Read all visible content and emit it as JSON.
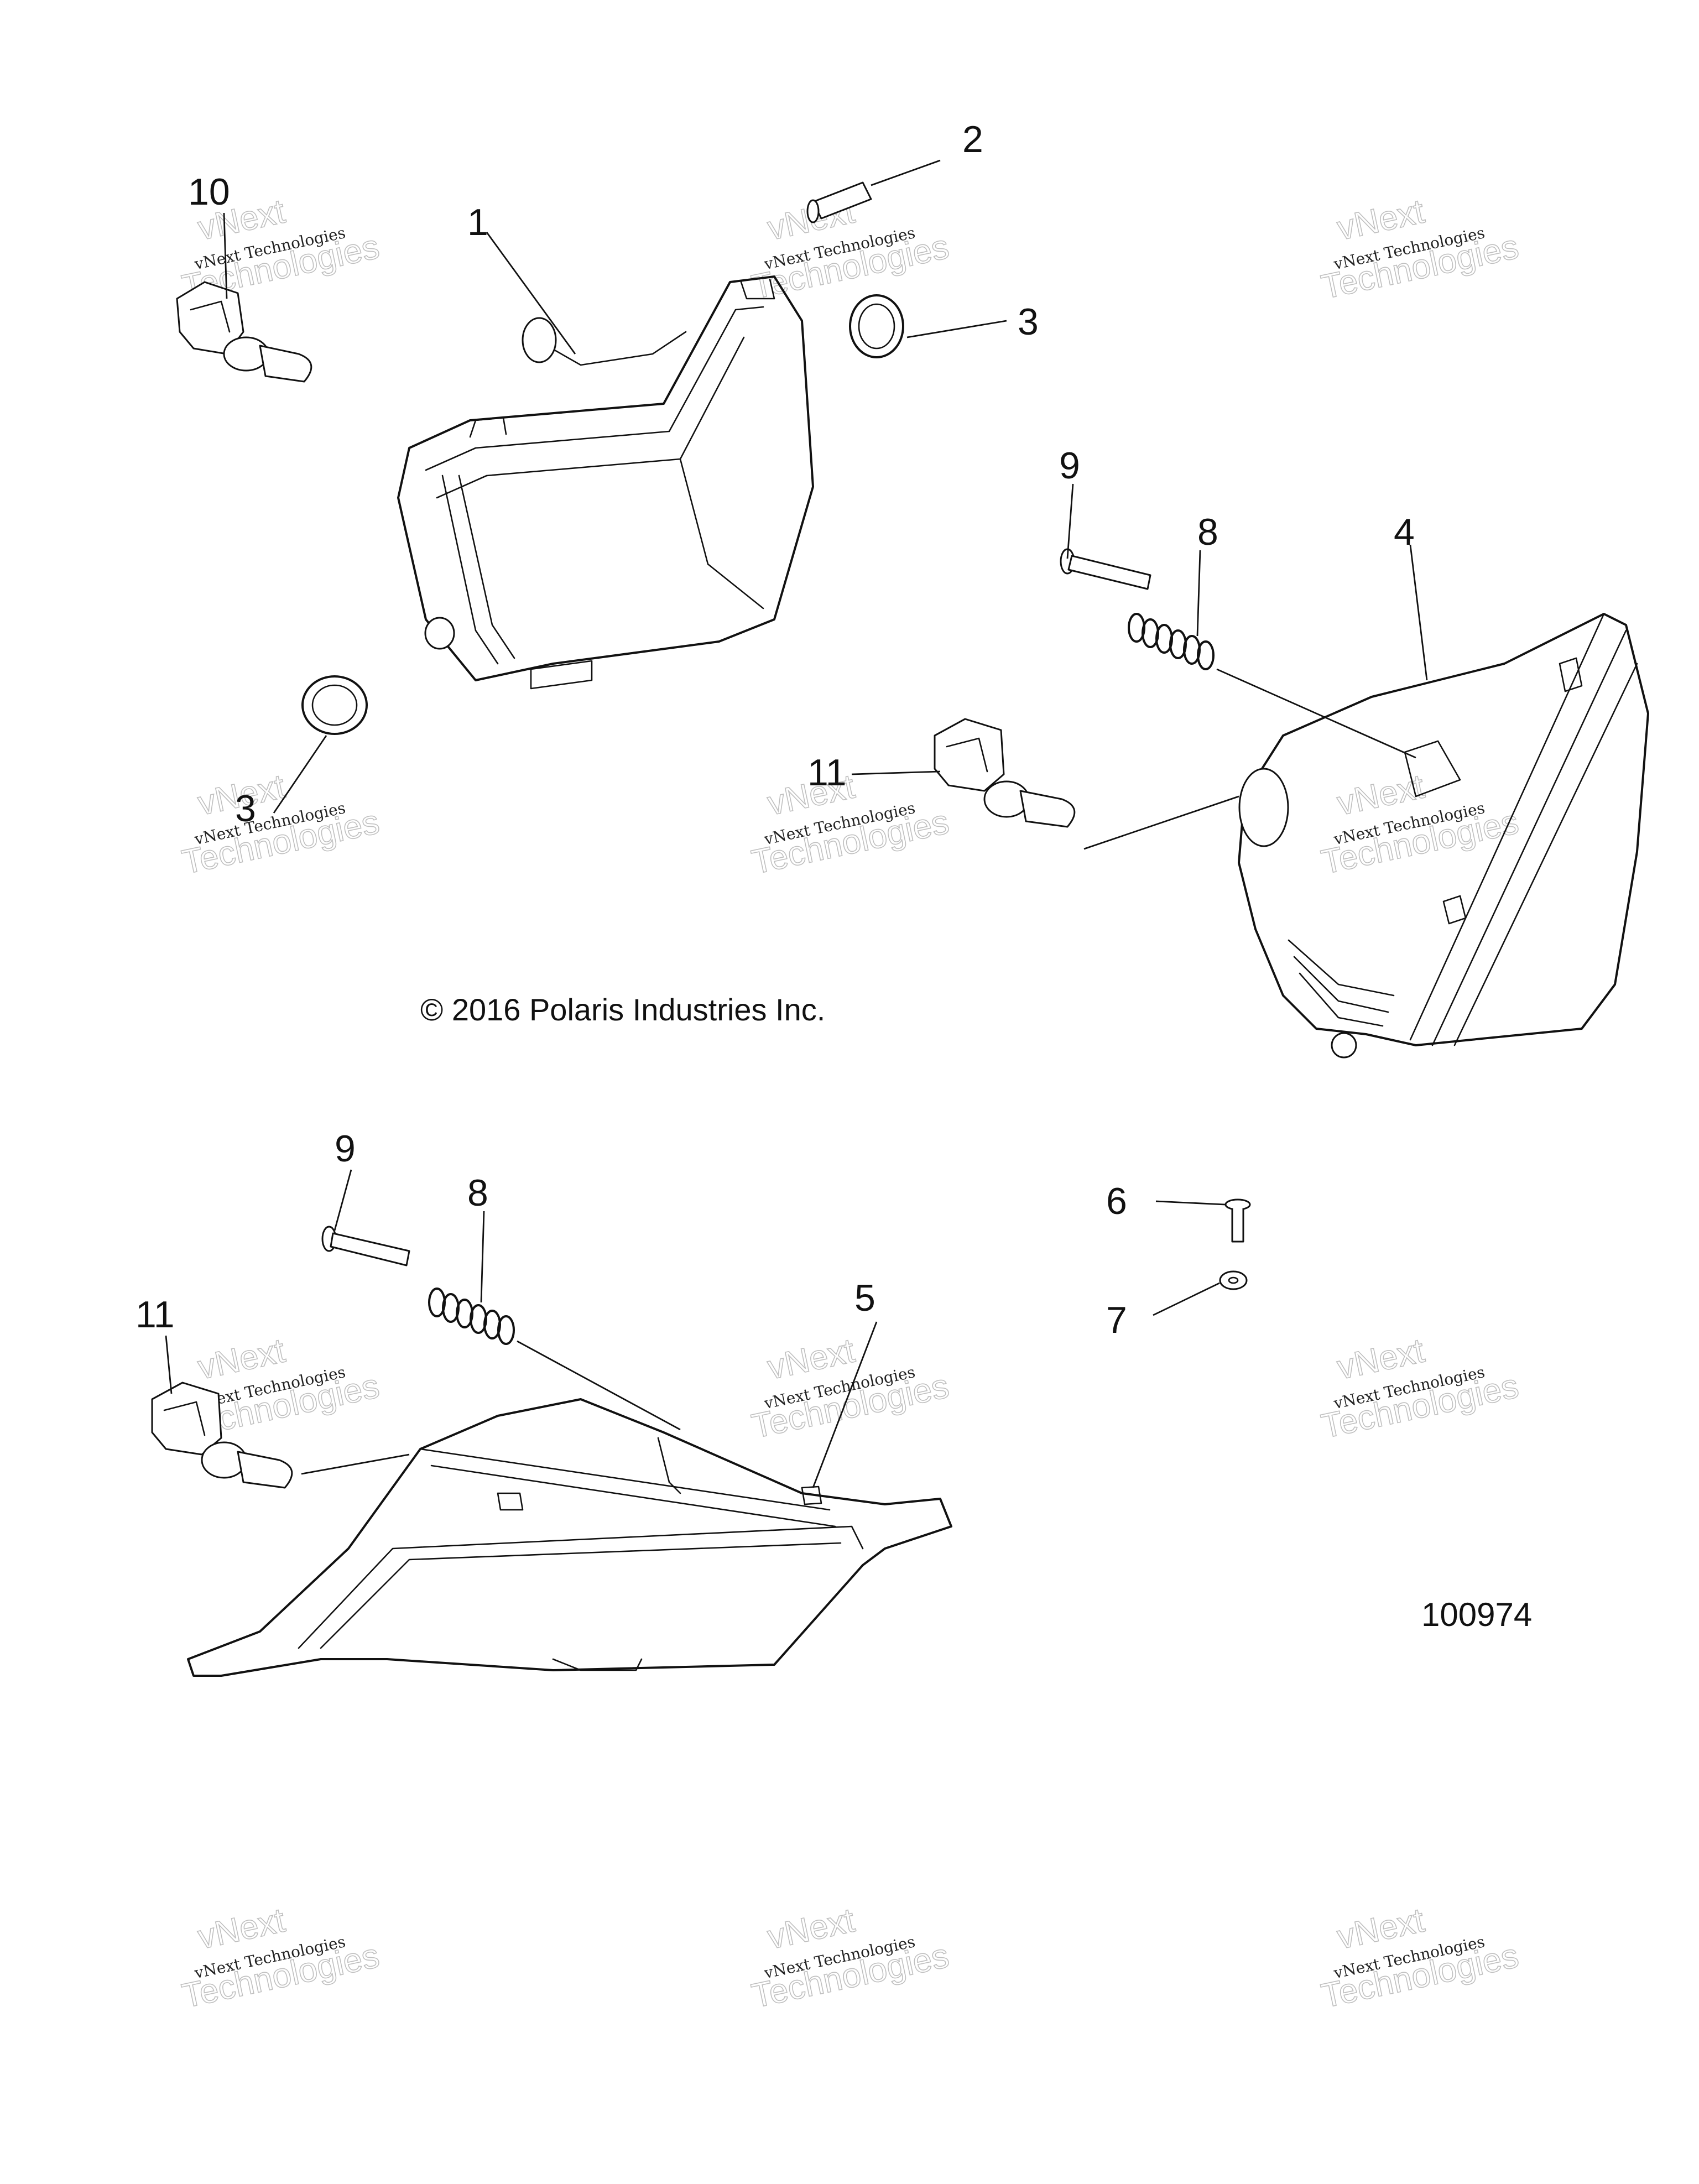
{
  "copyright": "© 2016 Polaris Industries Inc.",
  "part_number": "100974",
  "watermark": {
    "line1": "vNext",
    "line2": "vNext Technologies",
    "line3": "Technologies"
  },
  "callouts": {
    "c1": "1",
    "c2": "2",
    "c3a": "3",
    "c3b": "3",
    "c4": "4",
    "c5": "5",
    "c6": "6",
    "c7": "7",
    "c8a": "8",
    "c8b": "8",
    "c9a": "9",
    "c9b": "9",
    "c10": "10",
    "c11a": "11",
    "c11b": "11"
  }
}
